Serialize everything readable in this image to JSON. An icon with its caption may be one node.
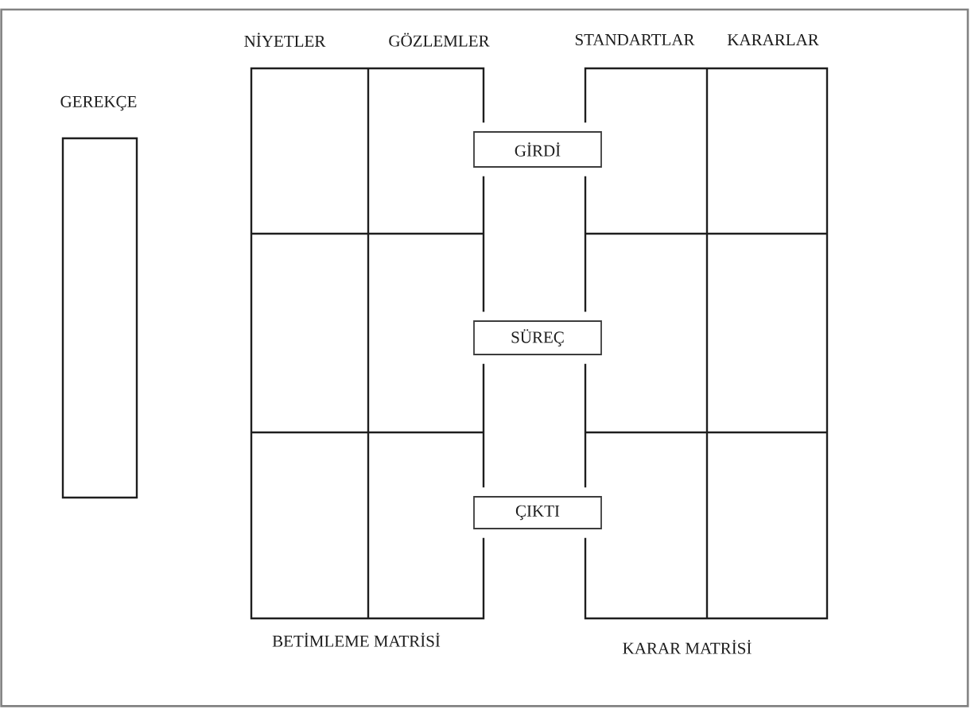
{
  "diagram": {
    "nodes": [
      {
        "text": [
          "GEREKÇE"
        ]
      },
      {
        "text": [
          "BETİMLEME MATRİSİ"
        ]
      },
      {
        "text": [
          "GİRDİ"
        ]
      },
      {
        "text": [
          "SÜREÇ"
        ]
      },
      {
        "text": [
          "ÇIKTI"
        ]
      },
      {
        "text": [
          "KARAR MATRİSİ"
        ]
      }
    ],
    "labels": [
      "NİYETLER",
      "GÖZLEMLER",
      "STANDARTLAR",
      "KARARLAR"
    ]
  }
}
